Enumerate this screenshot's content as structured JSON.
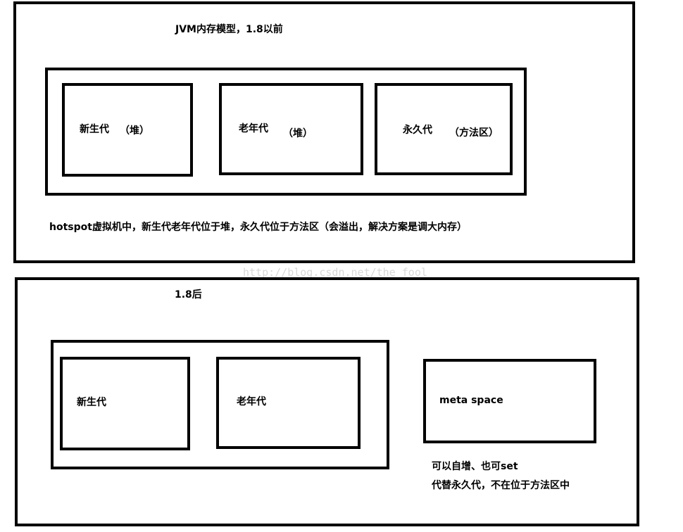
{
  "before_18": {
    "title": "JVM内存模型，1.8以前",
    "young": {
      "name": "新生代",
      "note": "（堆）"
    },
    "old": {
      "name": "老年代",
      "note": "（堆）"
    },
    "perm": {
      "name": "永久代",
      "note": "（方法区）"
    },
    "caption": "hotspot虚拟机中，新生代老年代位于堆，永久代位于方法区（会溢出，解决方案是调大内存）"
  },
  "watermark": "http://blog.csdn.net/the_fool_",
  "after_18": {
    "title": "1.8后",
    "young": {
      "name": "新生代"
    },
    "old": {
      "name": "老年代"
    },
    "meta": {
      "name": "meta space"
    },
    "note_line1": "可以自增、也可set",
    "note_line2": "代替永久代，不在位于方法区中"
  }
}
